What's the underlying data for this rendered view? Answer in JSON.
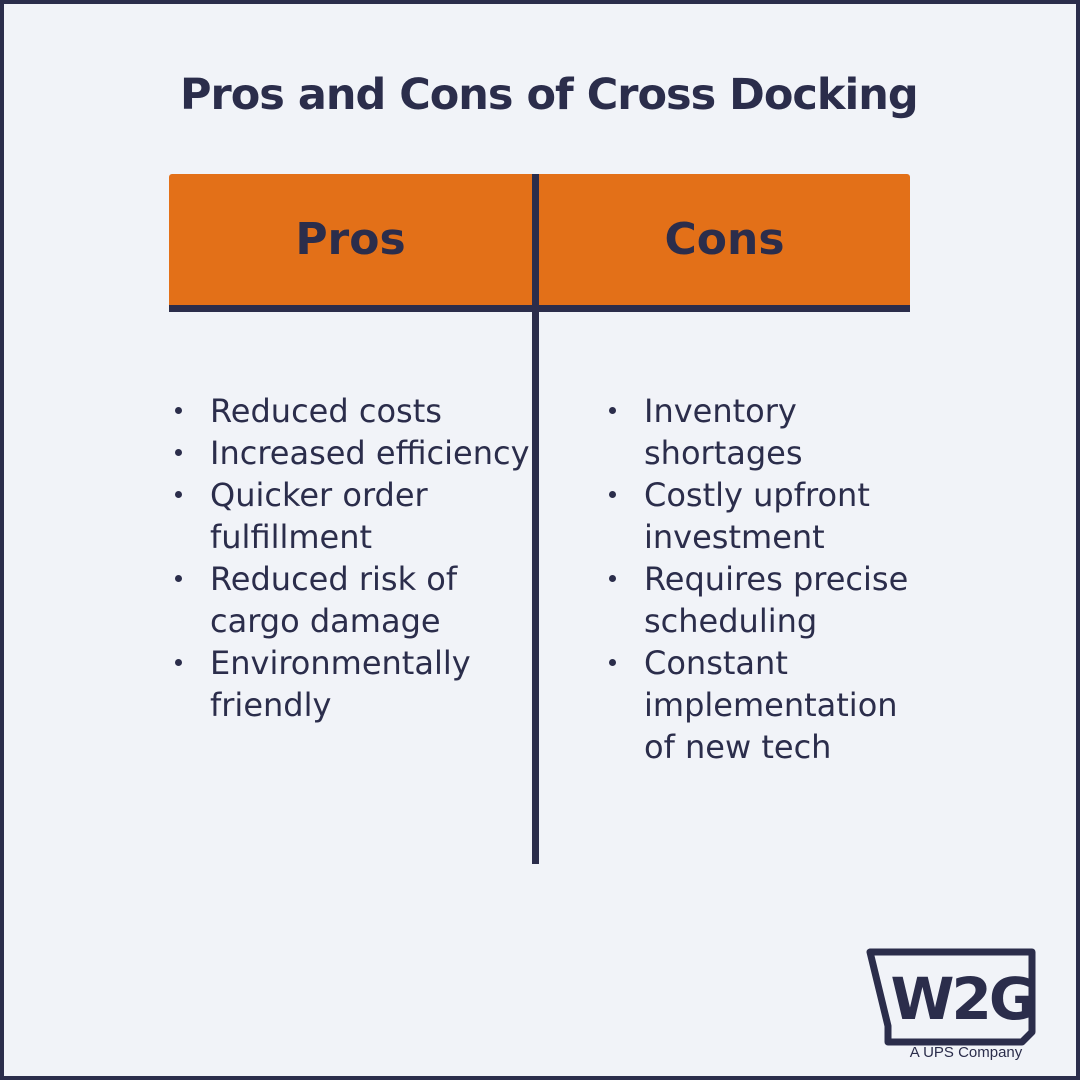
{
  "title": "Pros and Cons of Cross Docking",
  "columns": {
    "pros": {
      "heading": "Pros",
      "items": [
        "Reduced costs",
        "Increased efficiency",
        "Quicker order fulfillment",
        "Reduced risk of cargo damage",
        "Environmentally friendly"
      ]
    },
    "cons": {
      "heading": "Cons",
      "items": [
        "Inventory shortages",
        "Costly upfront investment",
        "Requires precise scheduling",
        "Constant implementation of new tech"
      ]
    }
  },
  "logo": {
    "mark": "W2G",
    "tagline": "A UPS Company"
  },
  "colors": {
    "accent": "#e37018",
    "navy": "#2b2d4b",
    "background": "#f1f3f8"
  }
}
